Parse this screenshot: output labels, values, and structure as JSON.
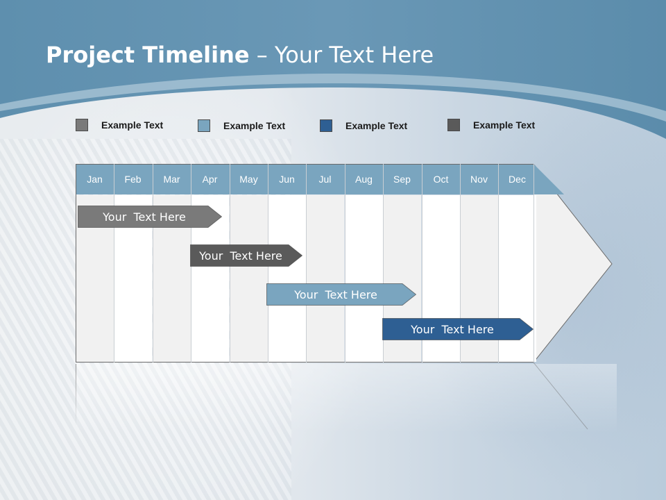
{
  "slide": {
    "title_bold": "Project Timeline",
    "title_rest": " – Your Text Here"
  },
  "legend": [
    {
      "label": "Example Text",
      "color": "#7a7a7a"
    },
    {
      "label": "Example Text",
      "color": "#7aa5bf"
    },
    {
      "label": "Example Text",
      "color": "#2e5f93"
    },
    {
      "label": "Example Text",
      "color": "#5a5a5a"
    }
  ],
  "timeline": {
    "months": [
      "Jan",
      "Feb",
      "Mar",
      "Apr",
      "May",
      "Jun",
      "Jul",
      "Aug",
      "Sep",
      "Oct",
      "Nov",
      "Dec"
    ],
    "header_color": "#7aa5bf",
    "tasks": [
      {
        "label": "Your  Text Here",
        "color": "#7a7a7a"
      },
      {
        "label": "Your  Text Here",
        "color": "#5a5a5a"
      },
      {
        "label": "Your  Text Here",
        "color": "#7aa5bf"
      },
      {
        "label": "Your  Text Here",
        "color": "#2e5f93"
      }
    ]
  }
}
